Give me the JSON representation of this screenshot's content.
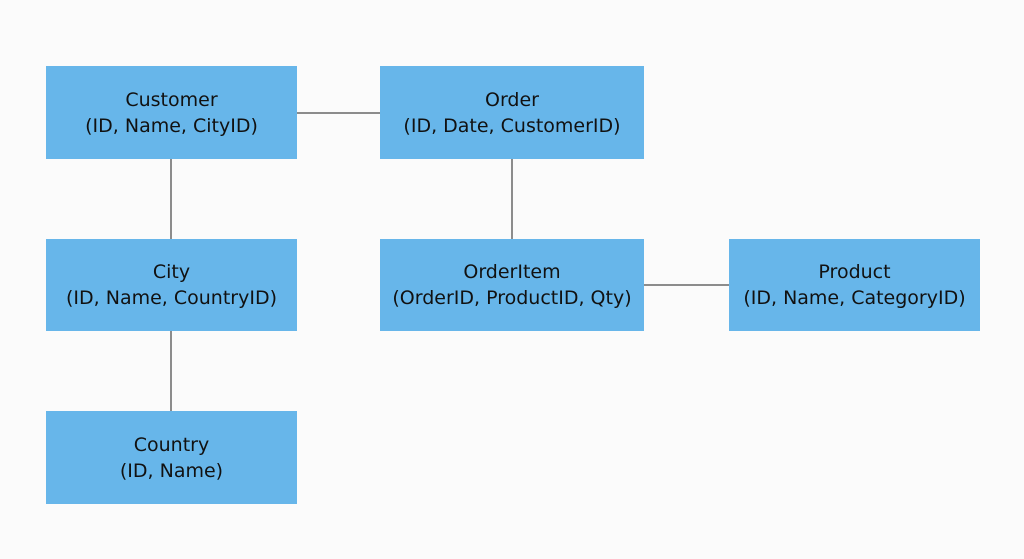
{
  "colors": {
    "background": "#fbfbfb",
    "entity_fill": "#67b6ea",
    "entity_text": "#111111",
    "connector": "#8c8c8c"
  },
  "entities": {
    "customer": {
      "name": "Customer",
      "fields": "(ID, Name, CityID)"
    },
    "order": {
      "name": "Order",
      "fields": "(ID, Date, CustomerID)"
    },
    "city": {
      "name": "City",
      "fields": "(ID, Name, CountryID)"
    },
    "orderitem": {
      "name": "OrderItem",
      "fields": "(OrderID, ProductID, Qty)"
    },
    "product": {
      "name": "Product",
      "fields": "(ID, Name, CategoryID)"
    },
    "country": {
      "name": "Country",
      "fields": "(ID, Name)"
    }
  },
  "relationships": [
    {
      "from": "Customer",
      "to": "Order"
    },
    {
      "from": "Customer",
      "to": "City"
    },
    {
      "from": "City",
      "to": "Country"
    },
    {
      "from": "Order",
      "to": "OrderItem"
    },
    {
      "from": "OrderItem",
      "to": "Product"
    }
  ]
}
